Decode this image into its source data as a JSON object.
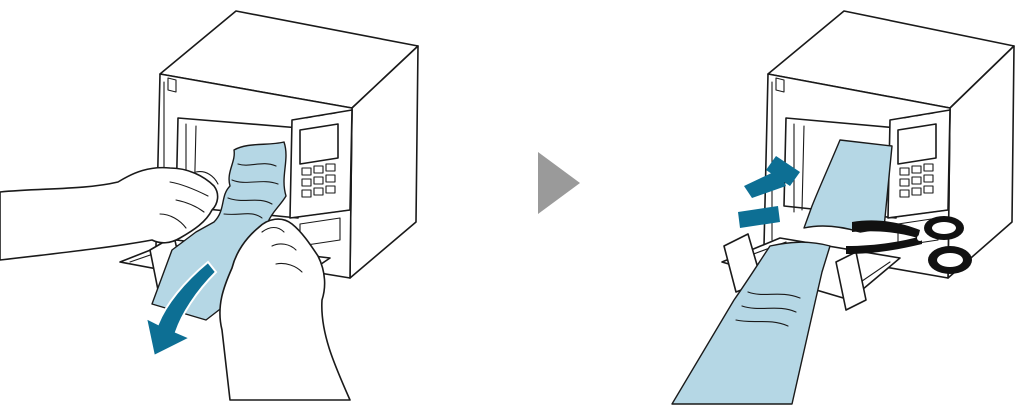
{
  "figure": {
    "panels": [
      {
        "name": "pull-out-jammed-paper",
        "step": 1
      },
      {
        "name": "cut-paper-with-scissors",
        "step": 2
      }
    ],
    "icons": [
      "printer-icon",
      "hand-icon",
      "pull-arrow-icon",
      "next-step-arrow-icon",
      "scissors-icon",
      "impact-marks-icon"
    ]
  },
  "colors": {
    "paper": "#b5d7e5",
    "arrow": "#0d6f94",
    "next_arrow": "#9a9a9a",
    "outline": "#1a1a1a",
    "background": "#ffffff"
  }
}
